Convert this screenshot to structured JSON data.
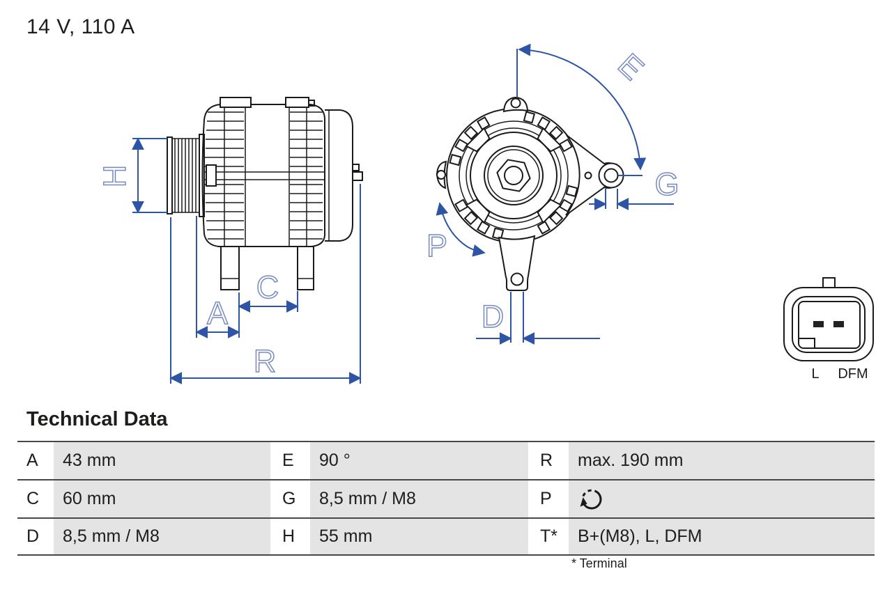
{
  "header": {
    "title": "14 V, 110 A"
  },
  "drawing": {
    "side_view_labels": {
      "H": "H",
      "A": "A",
      "C": "C",
      "R": "R"
    },
    "front_view_labels": {
      "E": "E",
      "G": "G",
      "P": "P",
      "D": "D"
    },
    "connector": {
      "pin_left": "L",
      "pin_right": "DFM"
    },
    "colors": {
      "outline": "#1a1a1a",
      "dimension_line": "#2e55a5",
      "dimension_label": "#7789c0",
      "table_cell_bg": "#e4e4e4"
    }
  },
  "technical_data": {
    "heading": "Technical Data",
    "rows": [
      {
        "cells": [
          {
            "key": "A",
            "value": "43 mm"
          },
          {
            "key": "E",
            "value": "90 °"
          },
          {
            "key": "R",
            "value": "max. 190 mm"
          }
        ]
      },
      {
        "cells": [
          {
            "key": "C",
            "value": "60 mm"
          },
          {
            "key": "G",
            "value": "8,5 mm / M8"
          },
          {
            "key": "P",
            "value": "",
            "icon": "rotation-direction-icon"
          }
        ]
      },
      {
        "cells": [
          {
            "key": "D",
            "value": "8,5 mm / M8"
          },
          {
            "key": "H",
            "value": "55 mm"
          },
          {
            "key": "T*",
            "value": "B+(M8), L, DFM"
          }
        ]
      }
    ],
    "footnote": "* Terminal"
  }
}
